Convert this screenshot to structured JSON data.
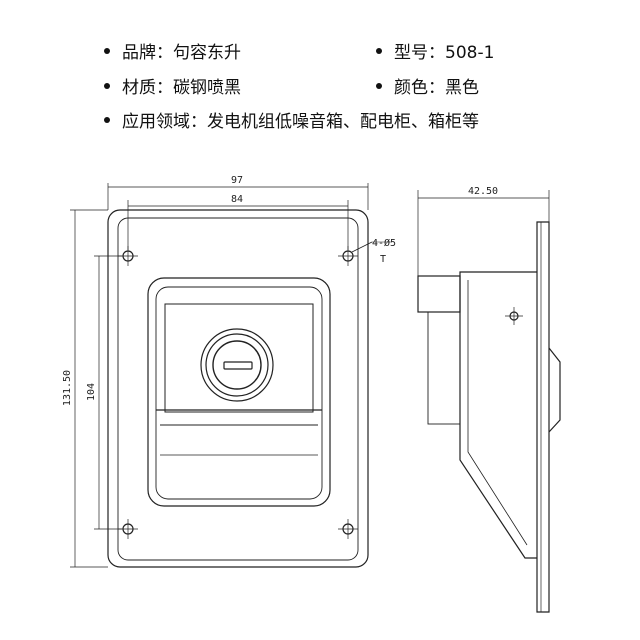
{
  "specs": {
    "brand": {
      "label": "品牌：",
      "value": "句容东升"
    },
    "model": {
      "label": "型号：",
      "value": "508-1"
    },
    "material": {
      "label": "材质：",
      "value": "碳钢喷黑"
    },
    "color": {
      "label": "颜色：",
      "value": "黑色"
    },
    "application": {
      "label": "应用领域：",
      "value": "发电机组低噪音箱、配电柜、箱柜等"
    }
  },
  "drawing": {
    "dim_width_outer": "97",
    "dim_width_holes": "84",
    "dim_height_outer": "131.50",
    "dim_height_holes": "104",
    "dim_depth": "42.50",
    "hole_note": "4-Ø5",
    "hole_note_sub": "T"
  }
}
